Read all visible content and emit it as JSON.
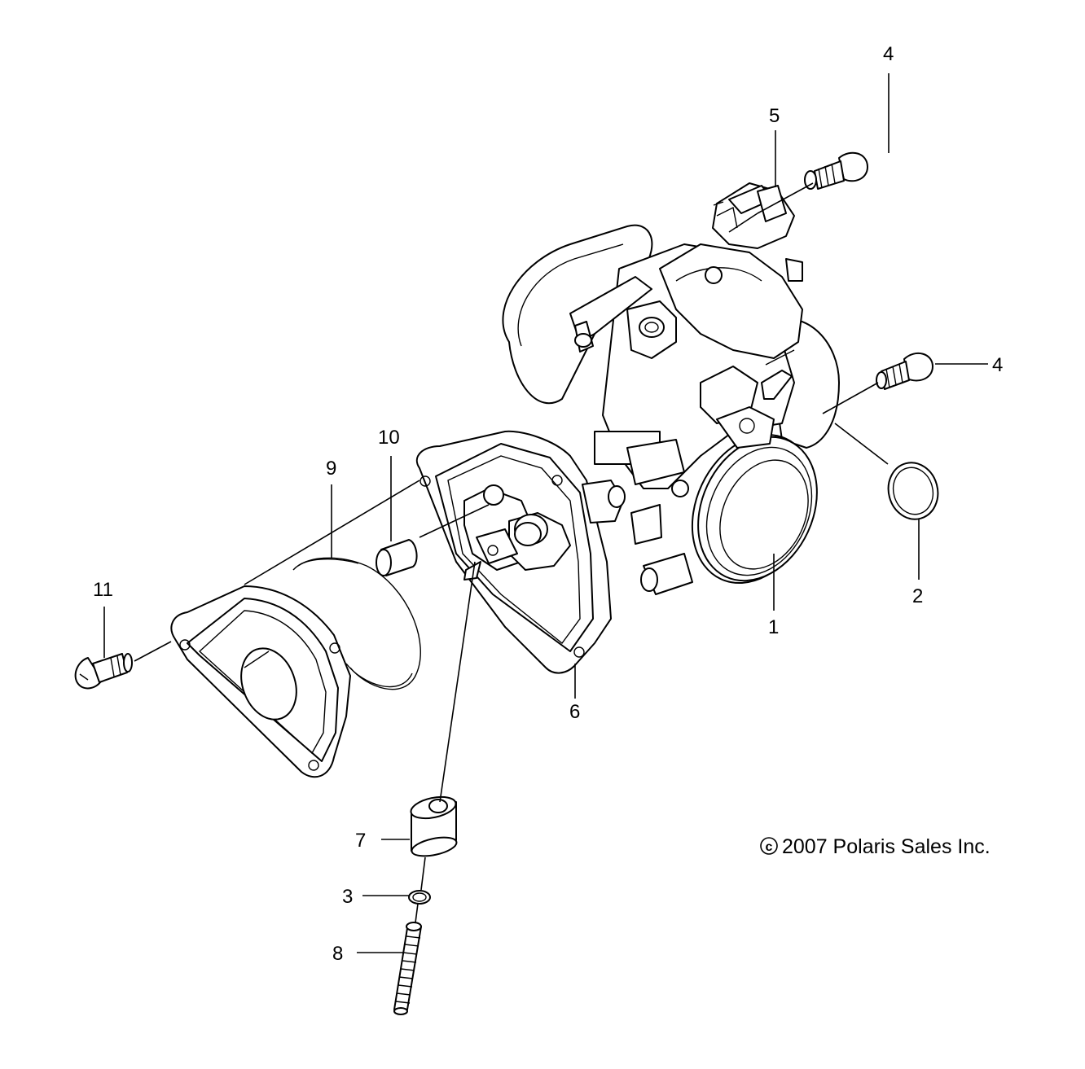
{
  "callouts": {
    "c1": "1",
    "c2": "2",
    "c3": "3",
    "c4a": "4",
    "c4b": "4",
    "c5": "5",
    "c6": "6",
    "c7": "7",
    "c8": "8",
    "c9": "9",
    "c10": "10",
    "c11": "11"
  },
  "copyright": {
    "symbol": "c",
    "text": "2007 Polaris Sales Inc."
  }
}
